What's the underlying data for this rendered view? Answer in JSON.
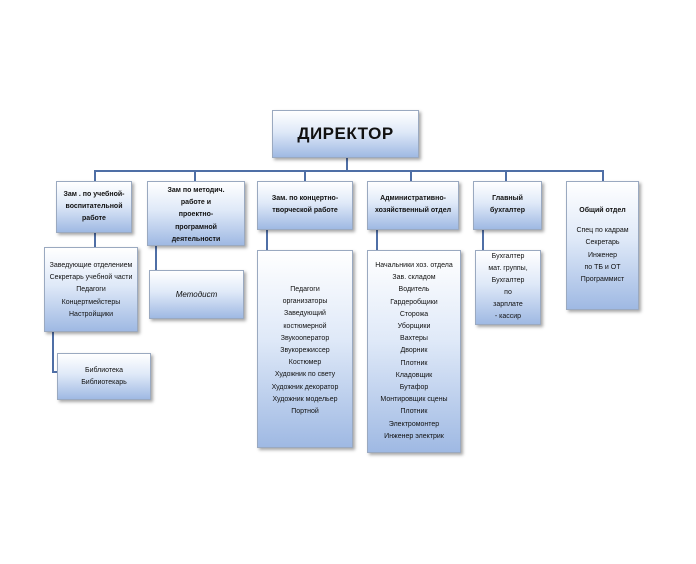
{
  "director": "ДИРЕКТОР",
  "departments": {
    "educational": {
      "head": [
        "Зам . по учебной-",
        "воспитательной",
        "работе"
      ],
      "staff": [
        "Заведующие отделением",
        "Секретарь учебной части",
        "Педагоги",
        "Концертмейстеры",
        "Настройщики"
      ],
      "library": [
        "Библиотека",
        "Библиотекарь"
      ]
    },
    "methodical": {
      "head": [
        "Зам  по методич.",
        "работе и",
        "проектно-",
        "програмной",
        "деятельности"
      ],
      "staff": [
        "Методист"
      ]
    },
    "concert": {
      "head": [
        "Зам. по концертно-",
        "творческой  работе"
      ],
      "staff": [
        "Педагоги",
        "организаторы",
        "Заведующий",
        "костюмерной",
        "Звукооператор",
        "Звукорежиссер",
        "Костюмер",
        "Художник по свету",
        "Художник декоратор",
        "Художник модельер",
        "Портной"
      ]
    },
    "admin": {
      "head": [
        "Административно-",
        "хозяйственный отдел"
      ],
      "staff": [
        "Начальники хоз. отдела",
        "Зав. складом",
        "Водитель",
        "Гардеробщики",
        "Сторожа",
        "Уборщики",
        "Вахтеры",
        "Дворник",
        "Плотник",
        "Кладовщик",
        "Бутафор",
        "Монтировщик  сцены",
        "Плотник",
        "Электромонтер",
        "Инженер  электрик"
      ]
    },
    "accounting": {
      "head": [
        "Главный",
        "бухгалтер"
      ],
      "staff": [
        "Бухгалтер",
        "мат. группы,",
        "Бухгалтер",
        "по",
        "зарплате",
        "- кассир"
      ]
    },
    "general": {
      "head": [
        "Общий  отдел"
      ],
      "staff": [
        "Спец  по кадрам",
        "Секретарь",
        "Инженер",
        "по ТБ и ОТ",
        "Программист"
      ]
    }
  }
}
